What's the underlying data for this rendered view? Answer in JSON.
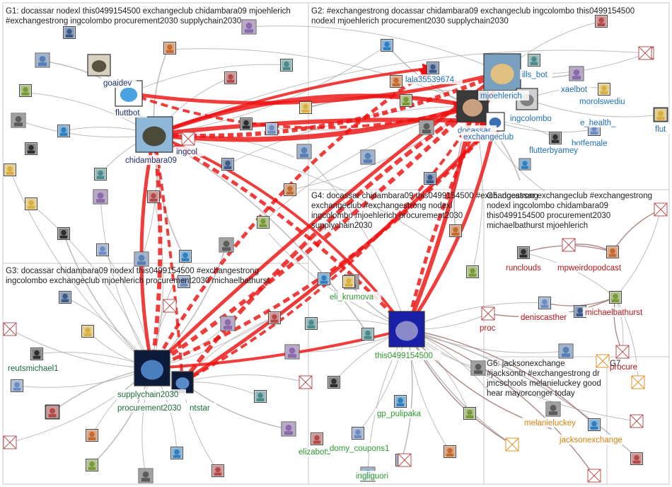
{
  "groups": [
    {
      "id": "G1",
      "title_lines": [
        "G1: docassar nodexl this0499154500 exchangeclub chidambara09 mjoehlerich",
        "#exchangestrong ingcolombo procurement2030 supplychain2030"
      ]
    },
    {
      "id": "G2",
      "title_lines": [
        "G2: #exchangestrong docassar chidambara09 exchangeclub ingcolombo this0499154500",
        "nodexl mjoehlerich procurement2030 supplychain2030"
      ]
    },
    {
      "id": "G3",
      "title_lines": [
        "G3: docassar chidambara09 nodexl this0499154500 #exchangestrong",
        "ingcolombo exchangeclub mjoehlerich procurement2030 michaelbathurst"
      ]
    },
    {
      "id": "G4",
      "title_lines": [
        "G4: docassar chidambara09 this0499154500 #exchangestrong",
        "exchangeclub #exchangestrong nodexl",
        "ingcolombo mjoehlerich procurement2030",
        "supplychain2030"
      ]
    },
    {
      "id": "G5",
      "title_lines": [
        "G5: docassar exchangeclub #exchangestrong",
        "nodexl ingcolombo chidambara09",
        "this0499154500 procurement2030",
        "michaelbathurst mjoehlerich"
      ]
    },
    {
      "id": "G6",
      "title_lines": [
        "G6: jacksonexchange",
        "#jacksontn #exchangestrong dr",
        "jmcschools melanieluckey good",
        "hear mayorconger today"
      ]
    },
    {
      "id": "G7",
      "title_lines": [
        "G7"
      ]
    }
  ],
  "labeled_nodes": [
    {
      "label": "goaidev",
      "color": "#1f2e6e"
    },
    {
      "label": "fluttbot",
      "color": "#1f2e6e"
    },
    {
      "label": "chidambara09",
      "color": "#1f2e6e"
    },
    {
      "label": "ingcol",
      "color": "#1f2e6e"
    },
    {
      "label": "lala35539674",
      "color": "#1f6fb5"
    },
    {
      "label": "ills_bot",
      "color": "#1f6fb5"
    },
    {
      "label": "xaelbot",
      "color": "#1f6fb5"
    },
    {
      "label": "mjoehlerich",
      "color": "#1f6fb5"
    },
    {
      "label": "ingcolombo",
      "color": "#1f6fb5"
    },
    {
      "label": "morolswediu",
      "color": "#1f6fb5"
    },
    {
      "label": "docassar",
      "color": "#1f6fb5"
    },
    {
      "label": "exchangeclub",
      "color": "#1f6fb5"
    },
    {
      "label": "e_health_",
      "color": "#1f6fb5"
    },
    {
      "label": "flut",
      "color": "#1f6fb5"
    },
    {
      "label": "botfemale",
      "color": "#1f6fb5"
    },
    {
      "label": "flutterbyamey",
      "color": "#1f6fb5"
    },
    {
      "label": "reutsmichael1",
      "color": "#1d6b3a"
    },
    {
      "label": "supplychain2030",
      "color": "#1d6b3a"
    },
    {
      "label": "procurement2030",
      "color": "#1d6b3a"
    },
    {
      "label": "ntstar",
      "color": "#1d6b3a"
    },
    {
      "label": "eli_krumova",
      "color": "#2e9a2e"
    },
    {
      "label": "this0499154500",
      "color": "#2e9a2e"
    },
    {
      "label": "gp_pulipaka",
      "color": "#2e9a2e"
    },
    {
      "label": "elizabot9",
      "color": "#2e9a2e"
    },
    {
      "label": "domy_coupons1",
      "color": "#2e9a2e"
    },
    {
      "label": "ingliguori",
      "color": "#2e9a2e"
    },
    {
      "label": "runclouds",
      "color": "#b3161a"
    },
    {
      "label": "mpweirdopodcast",
      "color": "#b3161a"
    },
    {
      "label": "deniscasther",
      "color": "#b3161a"
    },
    {
      "label": "michaelbathurst",
      "color": "#b3161a"
    },
    {
      "label": "proc",
      "color": "#b3161a"
    },
    {
      "label": "procure",
      "color": "#b3161a"
    },
    {
      "label": "melanieluckey",
      "color": "#d9820f"
    },
    {
      "label": "jacksonexchange",
      "color": "#d9820f"
    }
  ]
}
